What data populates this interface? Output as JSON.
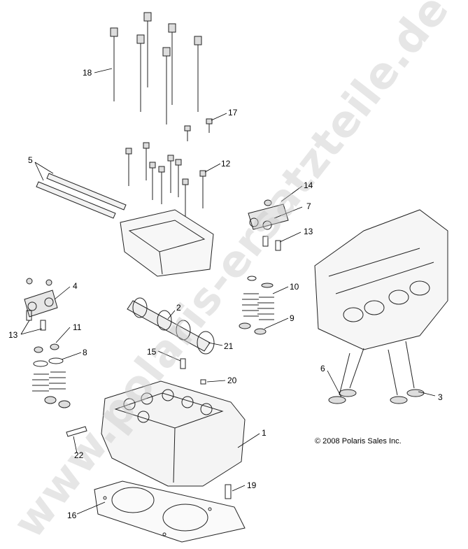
{
  "diagram": {
    "callouts": [
      {
        "num": "1"
      },
      {
        "num": "2"
      },
      {
        "num": "3"
      },
      {
        "num": "4"
      },
      {
        "num": "5"
      },
      {
        "num": "6"
      },
      {
        "num": "7"
      },
      {
        "num": "8"
      },
      {
        "num": "9"
      },
      {
        "num": "10"
      },
      {
        "num": "11"
      },
      {
        "num": "12"
      },
      {
        "num": "13"
      },
      {
        "num": "13"
      },
      {
        "num": "14"
      },
      {
        "num": "15"
      },
      {
        "num": "16"
      },
      {
        "num": "17"
      },
      {
        "num": "18"
      },
      {
        "num": "19"
      },
      {
        "num": "20"
      },
      {
        "num": "21"
      },
      {
        "num": "22"
      }
    ],
    "copyright": "© 2008 Polaris Sales Inc.",
    "watermark": "www.polaris-ersatzteile.de"
  }
}
